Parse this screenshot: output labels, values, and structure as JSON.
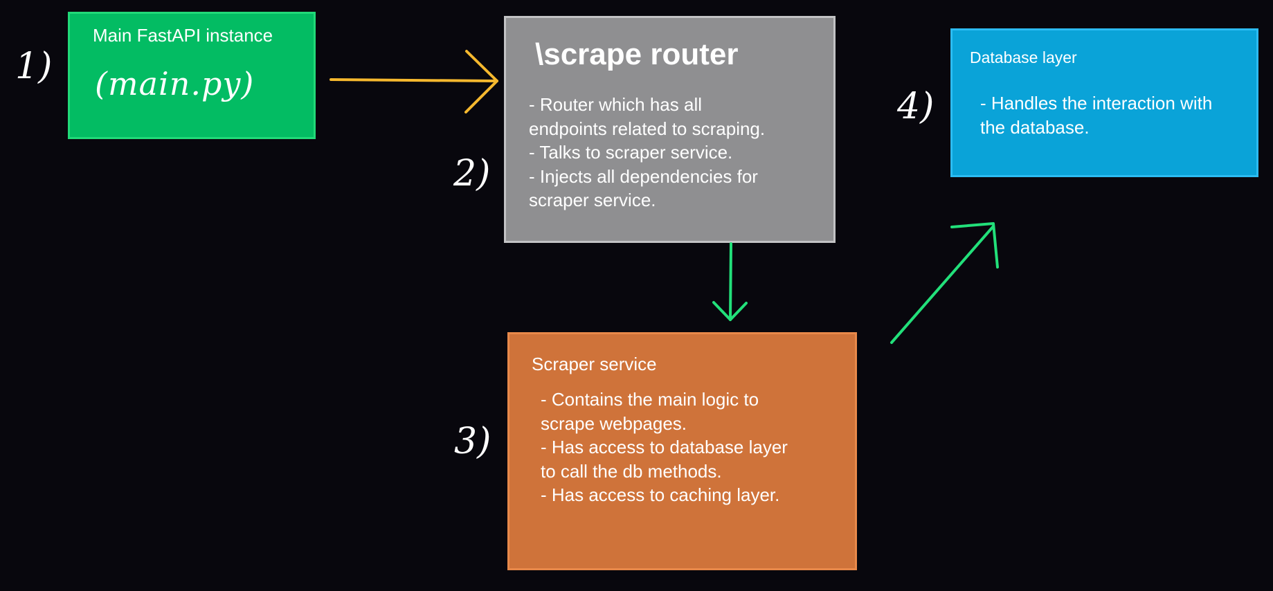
{
  "boxes": {
    "main": {
      "title": "Main FastAPI instance",
      "handwritten": "(main.py)",
      "color": "#03bc63"
    },
    "router": {
      "title": "\\scrape router",
      "lines": [
        "- Router which has all",
        "endpoints related to scraping.",
        "- Talks to scraper service.",
        "- Injects all dependencies for",
        "scraper service."
      ],
      "color": "#8f8f91"
    },
    "database": {
      "title": "Database layer",
      "lines": [
        "- Handles the interaction with",
        "the database."
      ],
      "color": "#0aa3d8"
    },
    "scraper": {
      "title": "Scraper service",
      "lines": [
        "- Contains the main logic to",
        "scrape webpages.",
        "- Has access to database layer",
        "to call the db methods.",
        "- Has access to caching layer."
      ],
      "color": "#cf733a"
    }
  },
  "steps": [
    "1)",
    "2)",
    "3)",
    "4)"
  ],
  "arrows": [
    {
      "from": "main",
      "to": "router",
      "color": "#f5b82e"
    },
    {
      "from": "router",
      "to": "scraper",
      "color": "#22e07a"
    },
    {
      "from": "scraper",
      "to": "database",
      "color": "#22e07a"
    }
  ]
}
